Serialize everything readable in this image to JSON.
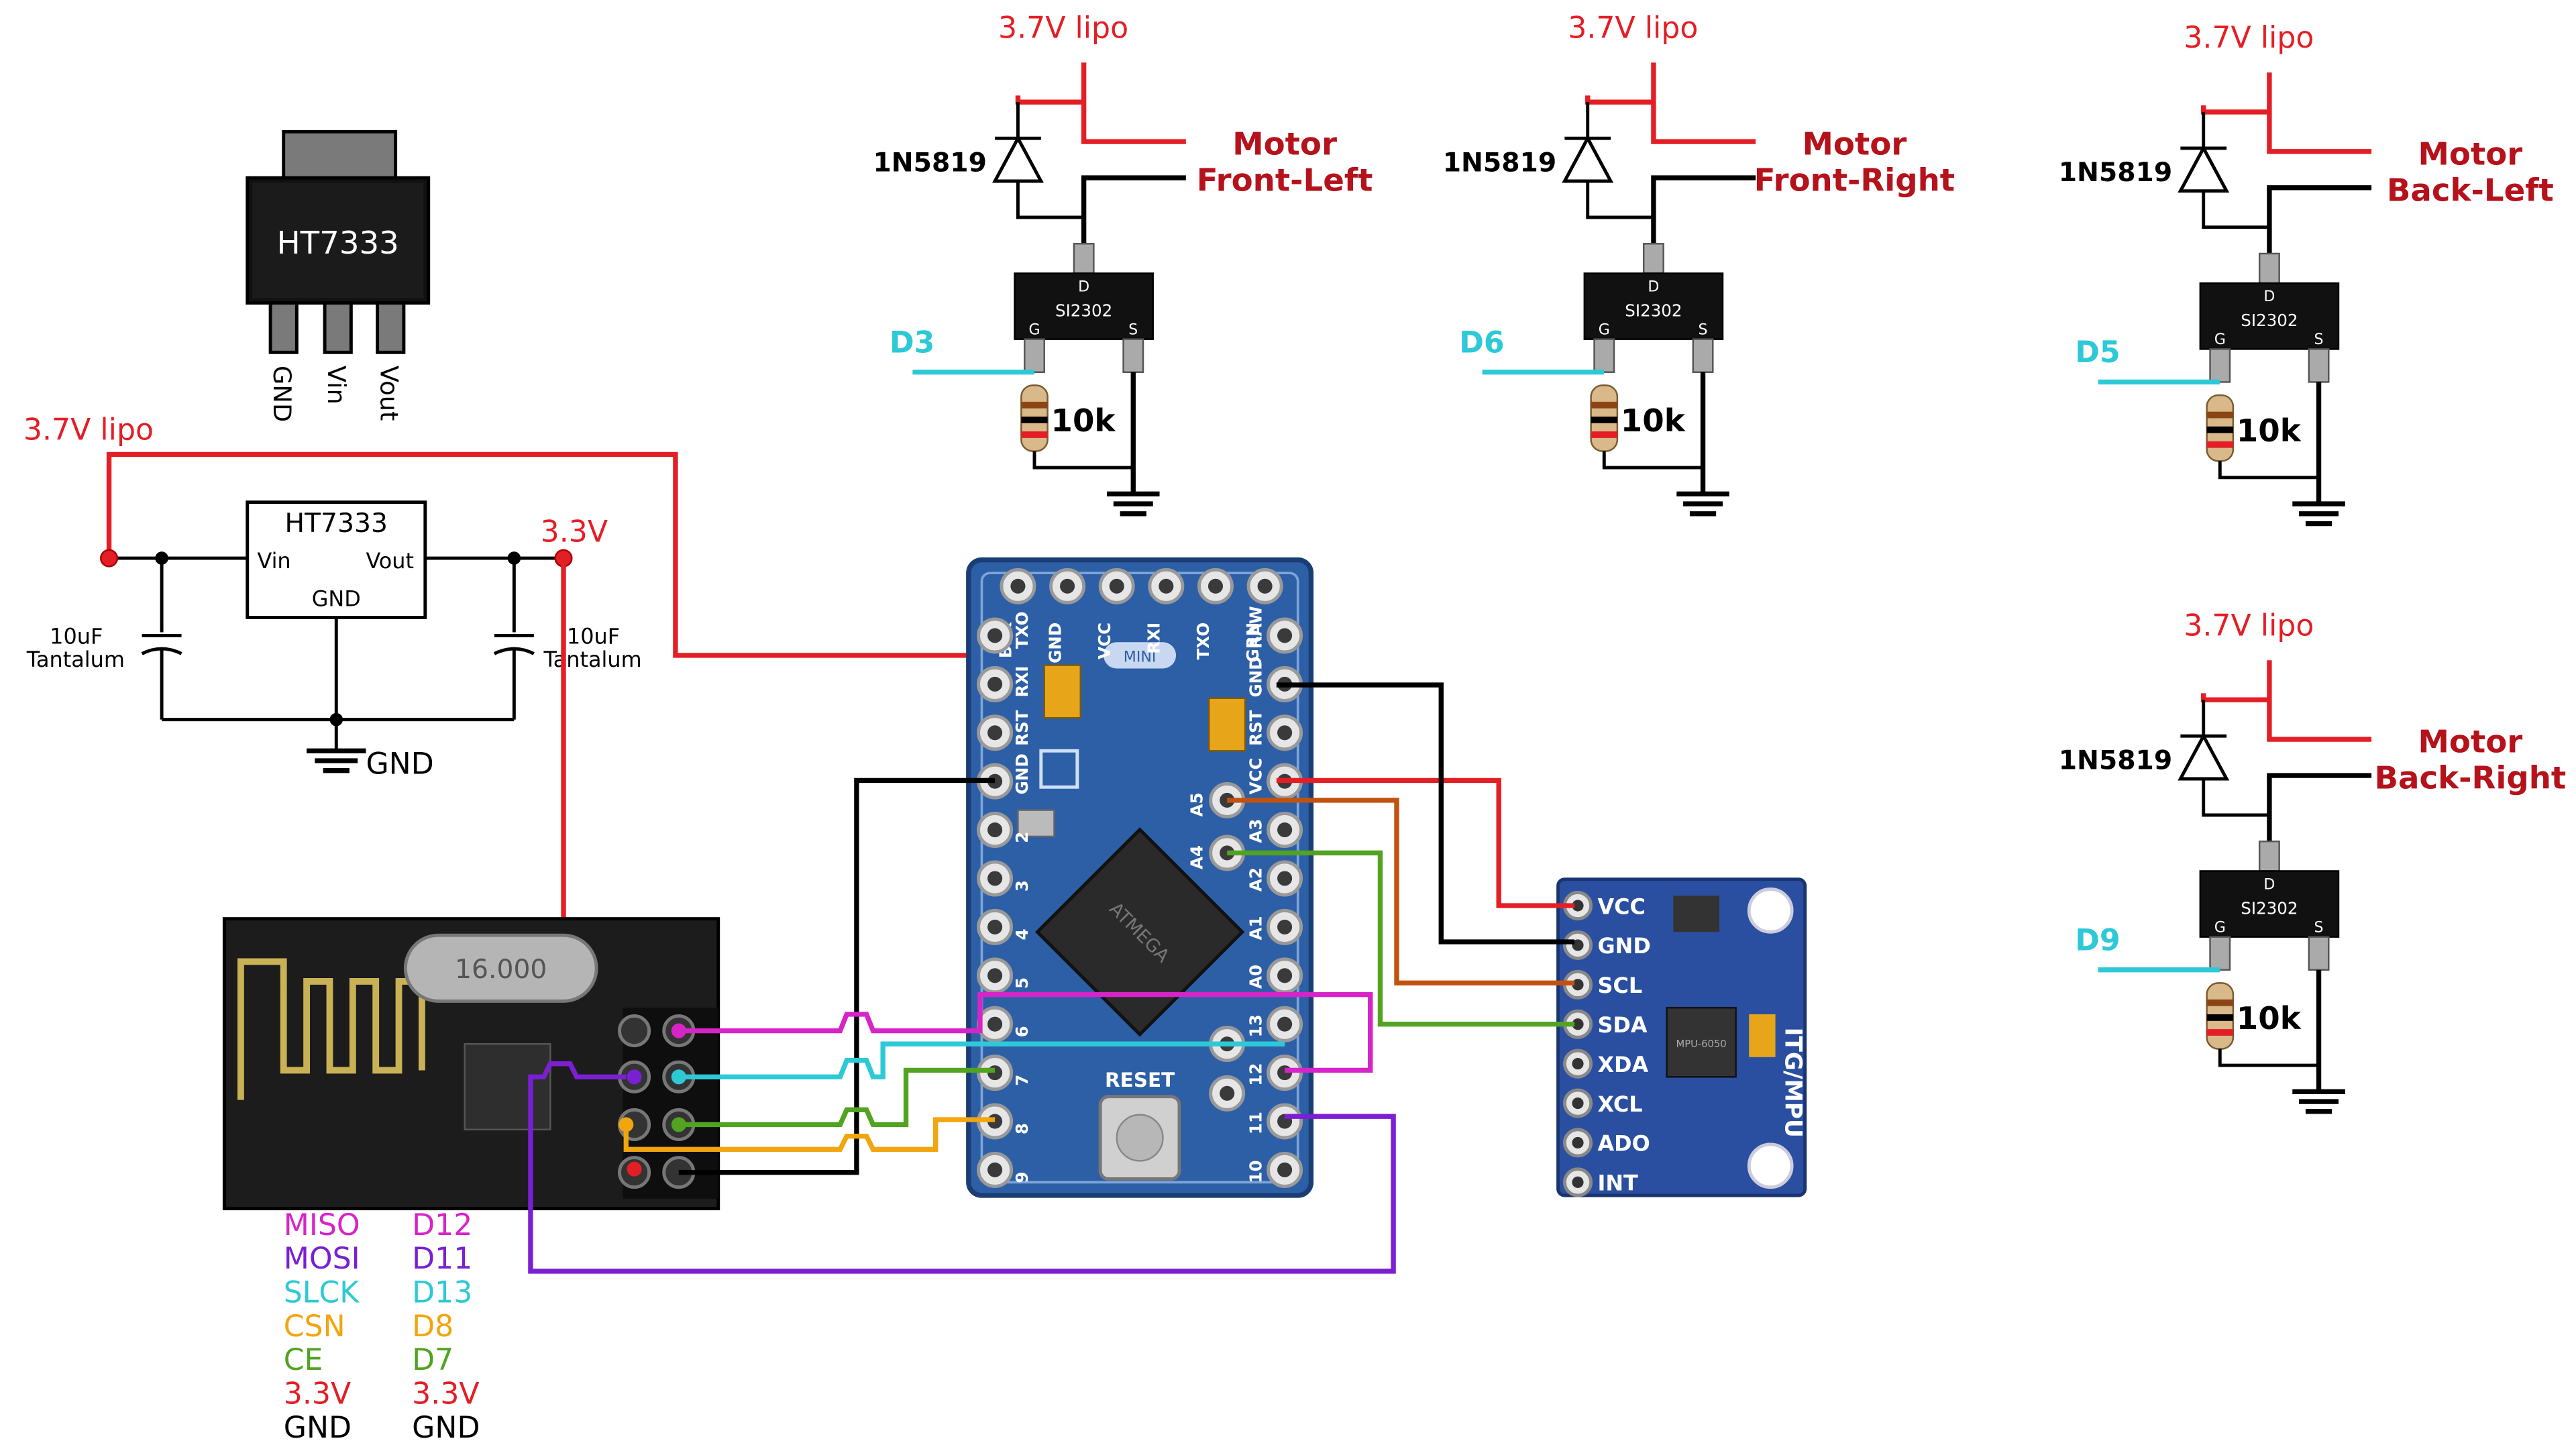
{
  "colors": {
    "red": "#e41e25",
    "dark_red": "#b5121b",
    "cyan": "#2ec9d6",
    "magenta": "#d724c8",
    "purple": "#7a1fd2",
    "orange": "#f1a50e",
    "green": "#52a321",
    "brown": "#c2520f",
    "board_blue": "#2d5fa6",
    "gy_blue": "#2a4fa0",
    "black": "#000000"
  },
  "ht7333_package": {
    "label": "HT7333",
    "pins": [
      "GND",
      "Vin",
      "Vout"
    ]
  },
  "regulator_circuit": {
    "lipo_label": "3.7V lipo",
    "ic_label": "HT7333",
    "vin_pin": "Vin",
    "vout_pin": "Vout",
    "gnd_pin": "GND",
    "out_label": "3.3V",
    "cap_left": [
      "10uF",
      "Tantalum"
    ],
    "cap_right": [
      "10uF",
      "Tantalum"
    ],
    "ground_label": "GND"
  },
  "motor_drivers": [
    {
      "lipo": "3.7V lipo",
      "diode": "1N5819",
      "motor": [
        "Motor",
        "Front-Left"
      ],
      "mosfet": "SI2302",
      "gate_pin": "D3",
      "resistor": "10k",
      "pins": [
        "D",
        "G",
        "S"
      ]
    },
    {
      "lipo": "3.7V lipo",
      "diode": "1N5819",
      "motor": [
        "Motor",
        "Front-Right"
      ],
      "mosfet": "SI2302",
      "gate_pin": "D6",
      "resistor": "10k",
      "pins": [
        "D",
        "G",
        "S"
      ]
    },
    {
      "lipo": "3.7V lipo",
      "diode": "1N5819",
      "motor": [
        "Motor",
        "Back-Left"
      ],
      "mosfet": "SI2302",
      "gate_pin": "D5",
      "resistor": "10k",
      "pins": [
        "D",
        "G",
        "S"
      ]
    },
    {
      "lipo": "3.7V lipo",
      "diode": "1N5819",
      "motor": [
        "Motor",
        "Back-Right"
      ],
      "mosfet": "SI2302",
      "gate_pin": "D9",
      "resistor": "10k",
      "pins": [
        "D",
        "G",
        "S"
      ]
    }
  ],
  "pro_mini": {
    "top_pins": [
      "BLK",
      "GND",
      "VCC",
      "RXI",
      "TXO",
      "GRN"
    ],
    "left_pins": [
      "TXO",
      "RXI",
      "RST",
      "GND",
      "2",
      "3",
      "4",
      "5",
      "6",
      "7",
      "8",
      "9"
    ],
    "right_pins": [
      "RAW",
      "GND",
      "RST",
      "VCC",
      "A3",
      "A2",
      "A1",
      "A0",
      "13",
      "12",
      "11",
      "10"
    ],
    "side_labels": [
      "A5",
      "A4"
    ],
    "reset_label": "RESET",
    "logo": "MINI",
    "chip_text": "ATMEGA"
  },
  "mpu_module": {
    "pins": [
      "VCC",
      "GND",
      "SCL",
      "SDA",
      "XDA",
      "XCL",
      "ADO",
      "INT"
    ],
    "title": "ITG/MPU",
    "chip_text": "MPU-6050"
  },
  "nrf_module": {
    "crystal": "16.000"
  },
  "nrf_legend": [
    {
      "signal": "MISO",
      "pin": "D12",
      "color": "#d724c8"
    },
    {
      "signal": "MOSI",
      "pin": "D11",
      "color": "#7a1fd2"
    },
    {
      "signal": "SLCK",
      "pin": "D13",
      "color": "#2ec9d6"
    },
    {
      "signal": "CSN",
      "pin": "D8",
      "color": "#f1a50e"
    },
    {
      "signal": "CE",
      "pin": "D7",
      "color": "#52a321"
    },
    {
      "signal": "3.3V",
      "pin": "3.3V",
      "color": "#e41e25"
    },
    {
      "signal": "GND",
      "pin": "GND",
      "color": "#000000"
    }
  ]
}
